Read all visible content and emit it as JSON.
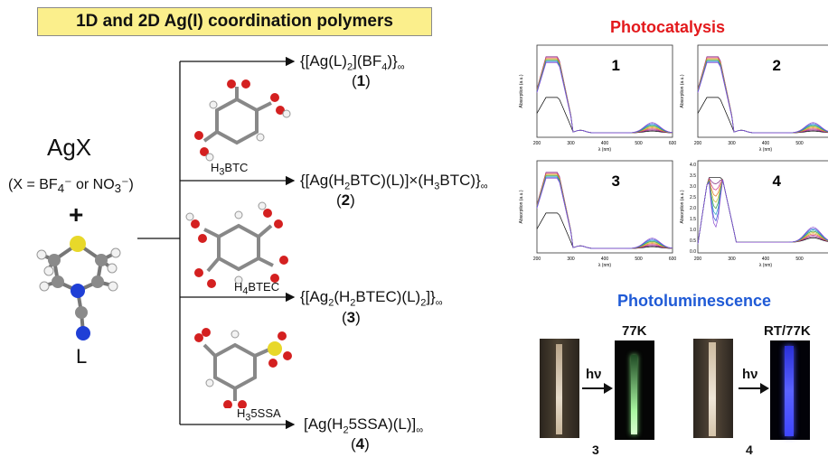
{
  "title": "1D and 2D  Ag(I) coordination polymers",
  "reactants": {
    "agx": "AgX",
    "x_def_pre": "(X = BF",
    "x_def_sub1": "4",
    "x_def_mid": "⁻ or NO",
    "x_def_sub2": "3",
    "x_def_post": "⁻)",
    "plus": "+",
    "ligand": "L"
  },
  "linkers": [
    {
      "pre": "H",
      "sub": "3",
      "post": "BTC"
    },
    {
      "pre": "H",
      "sub": "4",
      "post": "BTEC"
    },
    {
      "pre": "H",
      "sub": "3",
      "post": "5SSA"
    }
  ],
  "products": [
    {
      "parts": [
        [
          "n",
          "{[Ag(L)"
        ],
        [
          "sub",
          "2"
        ],
        [
          "n",
          "](BF"
        ],
        [
          "sub",
          "4"
        ],
        [
          "n",
          ")}"
        ],
        [
          "sub",
          "∞"
        ]
      ],
      "label_pre": "(",
      "label_num": "1",
      "label_post": ")"
    },
    {
      "parts": [
        [
          "n",
          "{[Ag(H"
        ],
        [
          "sub",
          "2"
        ],
        [
          "n",
          "BTC)(L)]×(H"
        ],
        [
          "sub",
          "3"
        ],
        [
          "n",
          "BTC)}"
        ],
        [
          "sub",
          "∞"
        ]
      ],
      "label_pre": "(",
      "label_num": "2",
      "label_post": ")"
    },
    {
      "parts": [
        [
          "n",
          "{[Ag"
        ],
        [
          "sub",
          "2"
        ],
        [
          "n",
          "(H"
        ],
        [
          "sub",
          "2"
        ],
        [
          "n",
          "BTEC)(L)"
        ],
        [
          "sub",
          "2"
        ],
        [
          "n",
          "]}"
        ],
        [
          "sub",
          "∞"
        ]
      ],
      "label_pre": "(",
      "label_num": "3",
      "label_post": ")"
    },
    {
      "parts": [
        [
          "n",
          "[Ag(H"
        ],
        [
          "sub",
          "2"
        ],
        [
          "n",
          "5SSA)(L)]"
        ],
        [
          "sub",
          "∞"
        ]
      ],
      "label_pre": "(",
      "label_num": "4",
      "label_post": ")"
    }
  ],
  "photocatalysis": {
    "heading": "Photocatalysis",
    "panel_numbers": [
      "1",
      "2",
      "3",
      "4"
    ],
    "y_axis_label": "Absorption (a.u.)",
    "x_axis_label": "λ (nm)",
    "x_ticks": [
      "200",
      "300",
      "400",
      "500",
      "600"
    ],
    "panel4_y_ticks": [
      "4.0",
      "3.5",
      "3.0",
      "2.5",
      "2.0",
      "1.5",
      "1.0",
      "0.5",
      "0.0"
    ]
  },
  "photoluminescence": {
    "heading": "Photoluminescence",
    "hv": "hν",
    "temp_3": "77K",
    "temp_4": "RT/77K",
    "label_3": "3",
    "label_4": "4"
  },
  "colors": {
    "title_fill": "#fbef8c",
    "photocatalysis_heading": "#e3191c",
    "photoluminescence_heading": "#1f5ad6",
    "sulfur_atom": "#e8d82a",
    "nitrogen_atom": "#1f3fd6",
    "carbon_atom": "#8a8a8a",
    "oxygen_atom": "#d42020",
    "hydrogen_atom": "#f2f2f2",
    "emission_green": "#a8f5a0",
    "emission_blue": "#3f46ff"
  }
}
